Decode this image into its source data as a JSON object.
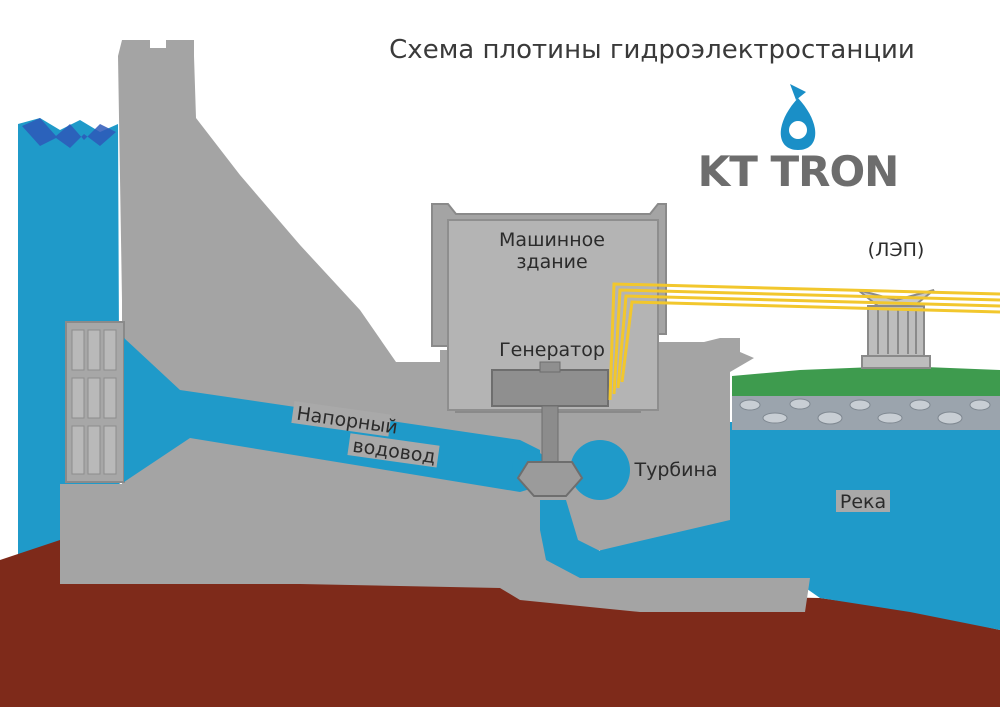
{
  "title": "Схема плотины гидроэлектростанции",
  "brand": {
    "name": "KT TRON",
    "icon": "water-drop-arrow-icon",
    "color": "#1a8fc7"
  },
  "labels": {
    "machine_hall": [
      "Машинное",
      "здание"
    ],
    "generator": "Генератор",
    "penstock": [
      "Напорный",
      "водовод"
    ],
    "turbine": "Турбина",
    "river": "Река",
    "power_line": "(ЛЭП)"
  },
  "colors": {
    "water": "#1f9ac9",
    "concrete": "#a4a4a4",
    "ground": "#7e2a1a",
    "grass": "#3e9b4e",
    "gravel": "#9ba4ad",
    "cables": "#f2c72d"
  }
}
